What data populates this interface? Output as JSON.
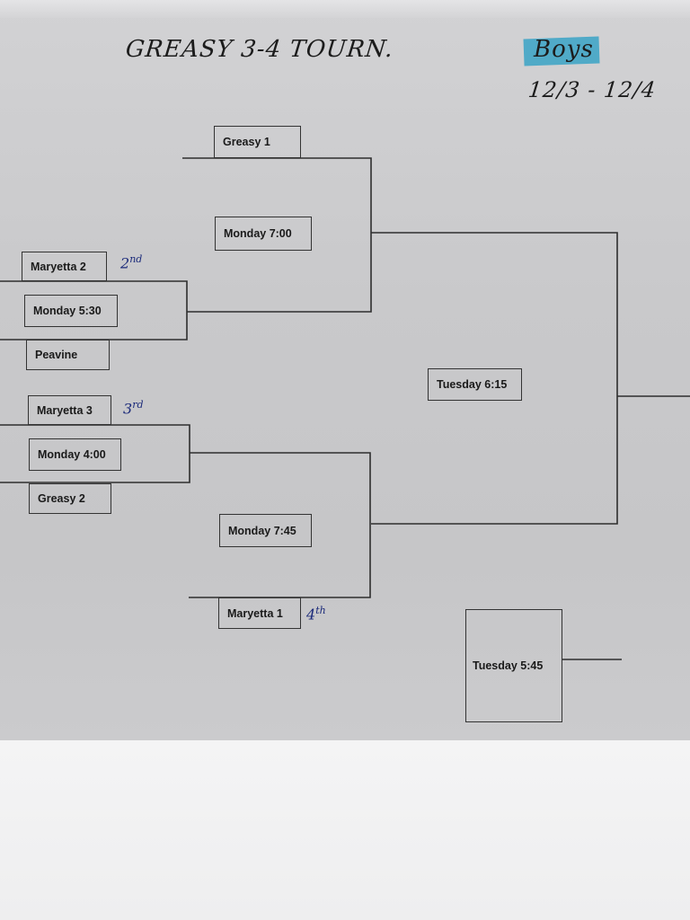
{
  "header": {
    "title": "GREASY 3-4 TOURN.",
    "category": "Boys",
    "dates": "12/3 - 12/4"
  },
  "bracket": {
    "seed_greasy1": "Greasy 1",
    "game_monday_700": "Monday 7:00",
    "seed_maryetta2": "Maryetta 2",
    "game_monday_530": "Monday 5:30",
    "seed_peavine": "Peavine",
    "seed_maryetta3": "Maryetta 3",
    "game_monday_400": "Monday 4:00",
    "seed_greasy2": "Greasy 2",
    "game_monday_745": "Monday 7:45",
    "seed_maryetta1": "Maryetta 1",
    "game_tuesday_615": "Tuesday 6:15",
    "game_tuesday_545": "Tuesday 5:45"
  },
  "annotations": {
    "place_2nd_num": "2",
    "place_2nd_suffix": "nd",
    "place_3rd_num": "3",
    "place_3rd_suffix": "rd",
    "place_4th_num": "4",
    "place_4th_suffix": "th"
  },
  "colors": {
    "highlight": "#3aa3c6",
    "ink_blue": "#1b2a7a",
    "line": "#333333"
  }
}
